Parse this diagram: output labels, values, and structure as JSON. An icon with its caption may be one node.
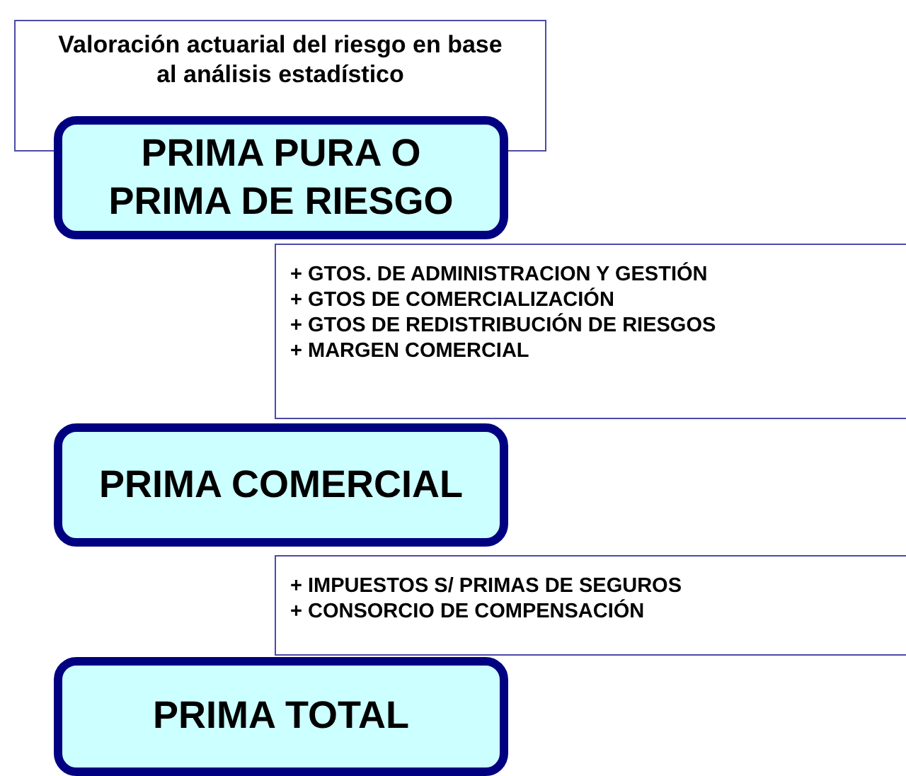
{
  "diagram": {
    "nodes": [
      {
        "text": [
          "Valoración actuarial del riesgo en base al análisis estadístico"
        ]
      },
      {
        "text": [
          "PRIMA PURA O PRIMA DE RIESGO"
        ]
      },
      {
        "text": [
          "+ GTOS. DE ADMINISTRACION Y GESTIÓN",
          "+ GTOS DE COMERCIALIZACIÓN",
          "+ GTOS DE REDISTRIBUCIÓN DE RIESGOS",
          "+ MARGEN COMERCIAL"
        ]
      },
      {
        "text": [
          "PRIMA COMERCIAL"
        ]
      },
      {
        "text": [
          "+ IMPUESTOS S/ PRIMAS DE SEGUROS",
          "+ CONSORCIO DE COMPENSACIÓN"
        ]
      },
      {
        "text": [
          "PRIMA TOTAL"
        ]
      }
    ]
  }
}
